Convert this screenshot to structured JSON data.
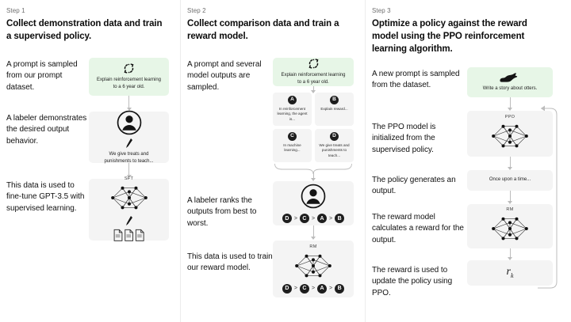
{
  "colors": {
    "prompt_box_green": "#e7f6e7",
    "card_gray": "#f4f4f4",
    "arrow_gray": "#bcbcbc",
    "text": "#111111",
    "divider": "#ececec"
  },
  "steps": [
    {
      "number": "Step 1",
      "title": "Collect demonstration data and train a supervised policy.",
      "captions": [
        "A prompt is sampled from our prompt dataset.",
        "A labeler demonstrates the desired output behavior.",
        "This data is used to fine-tune GPT-3.5 with supervised learning."
      ],
      "prompt_text": "Explain reinforcement learning to a 6 year old.",
      "demo_text": "We give treats and punishments to teach...",
      "model_label": "SFT"
    },
    {
      "number": "Step 2",
      "title": "Collect comparison data and train a reward model.",
      "captions": [
        "A prompt and several model outputs are sampled.",
        "A labeler ranks the outputs from best to worst.",
        "This data is used to train our reward model."
      ],
      "prompt_text": "Explain reinforcement learning to a 6 year old.",
      "options": [
        {
          "letter": "A",
          "text": "In reinforcement learning, the agent is..."
        },
        {
          "letter": "B",
          "text": "Explain reward..."
        },
        {
          "letter": "C",
          "text": "In machine learning..."
        },
        {
          "letter": "D",
          "text": "We give treats and punishments to teach..."
        }
      ],
      "ranking": [
        "D",
        "C",
        "A",
        "B"
      ],
      "ranking_separator": ">",
      "model_label": "RM"
    },
    {
      "number": "Step 3",
      "title": "Optimize a policy against the reward model using the PPO reinforcement learning algorithm.",
      "captions": [
        "A new prompt is sampled from the dataset.",
        "The PPO model is initialized from the supervised policy.",
        "The policy generates an output.",
        "The reward model calculates a reward for the output.",
        "The reward is used to update the policy using PPO."
      ],
      "prompt_text": "Write a story about otters.",
      "ppo_label": "PPO",
      "output_text": "Once upon a time...",
      "rm_label": "RM",
      "reward_symbol": "r",
      "reward_subscript": "k"
    }
  ]
}
